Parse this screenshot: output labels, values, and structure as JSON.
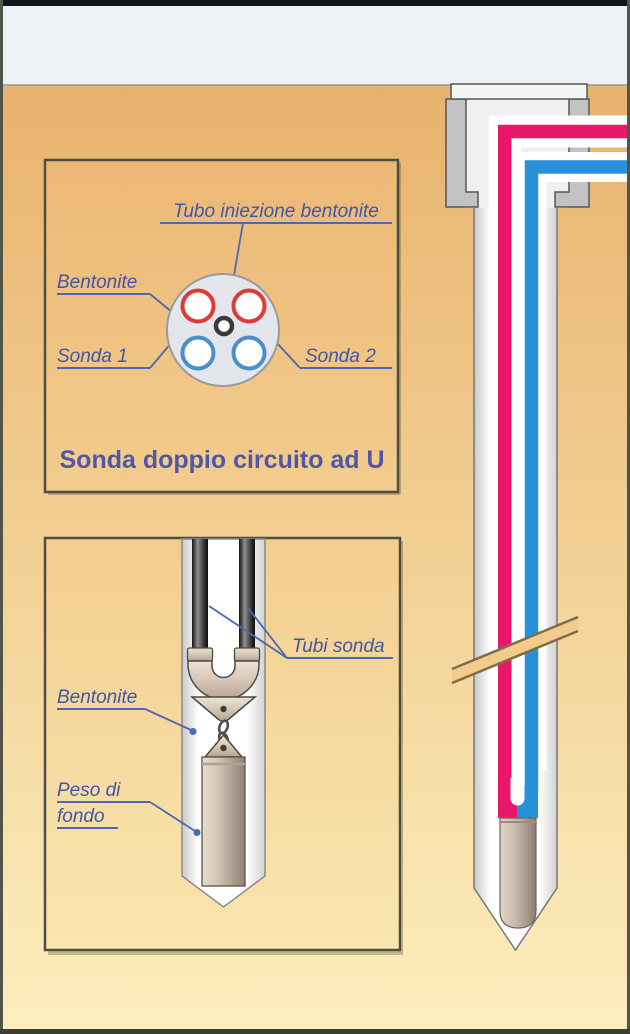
{
  "diagram": {
    "cross_section": {
      "tube_label": "Tubo iniezione bentonite",
      "bentonite_label": "Bentonite",
      "probe1_label": "Sonda 1",
      "probe2_label": "Sonda 2",
      "caption": "Sonda doppio circuito ad U"
    },
    "bottom_detail": {
      "tubes_label": "Tubi sonda",
      "bentonite_label": "Bentonite",
      "weight_label_line1": "Peso di",
      "weight_label_line2": "fondo"
    },
    "colors": {
      "supply_pipe_red": "#e8176b",
      "return_pipe_blue": "#2791d9",
      "probe_ring_red": "#e03a35",
      "probe_ring_blue": "#4a8fc8",
      "label_blue": "#3f57a8",
      "ground_top": "#e8b26d",
      "ground_bottom": "#fceebd",
      "sky": "#edf2f7"
    }
  }
}
